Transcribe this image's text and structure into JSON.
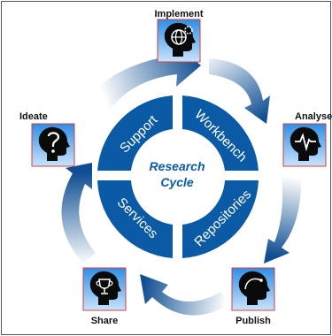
{
  "hub": {
    "line1": "Research",
    "line2": "Cycle"
  },
  "segments": {
    "support": "Support",
    "workbench": "Workbench",
    "services": "Services",
    "repositories": "Repositories"
  },
  "stages": {
    "implement": {
      "label": "Implement",
      "icon": "globe-gear-head-icon"
    },
    "analyse": {
      "label": "Analyse",
      "icon": "heartbeat-head-icon"
    },
    "publish": {
      "label": "Publish",
      "icon": "profile-head-icon"
    },
    "share": {
      "label": "Share",
      "icon": "trophy-head-icon"
    },
    "ideate": {
      "label": "Ideate",
      "icon": "question-head-icon"
    }
  },
  "colors": {
    "segment_blue": "#0b5aa6",
    "hub_text": "#0b5aa6",
    "arrow_dark": "#0e4d91",
    "arrow_light": "#ffffff",
    "icon_border": "#d04040",
    "icon_bg_top": "#2f8ee6",
    "icon_bg_bottom": "#c9e3fb",
    "head": "#0a0a0a"
  }
}
